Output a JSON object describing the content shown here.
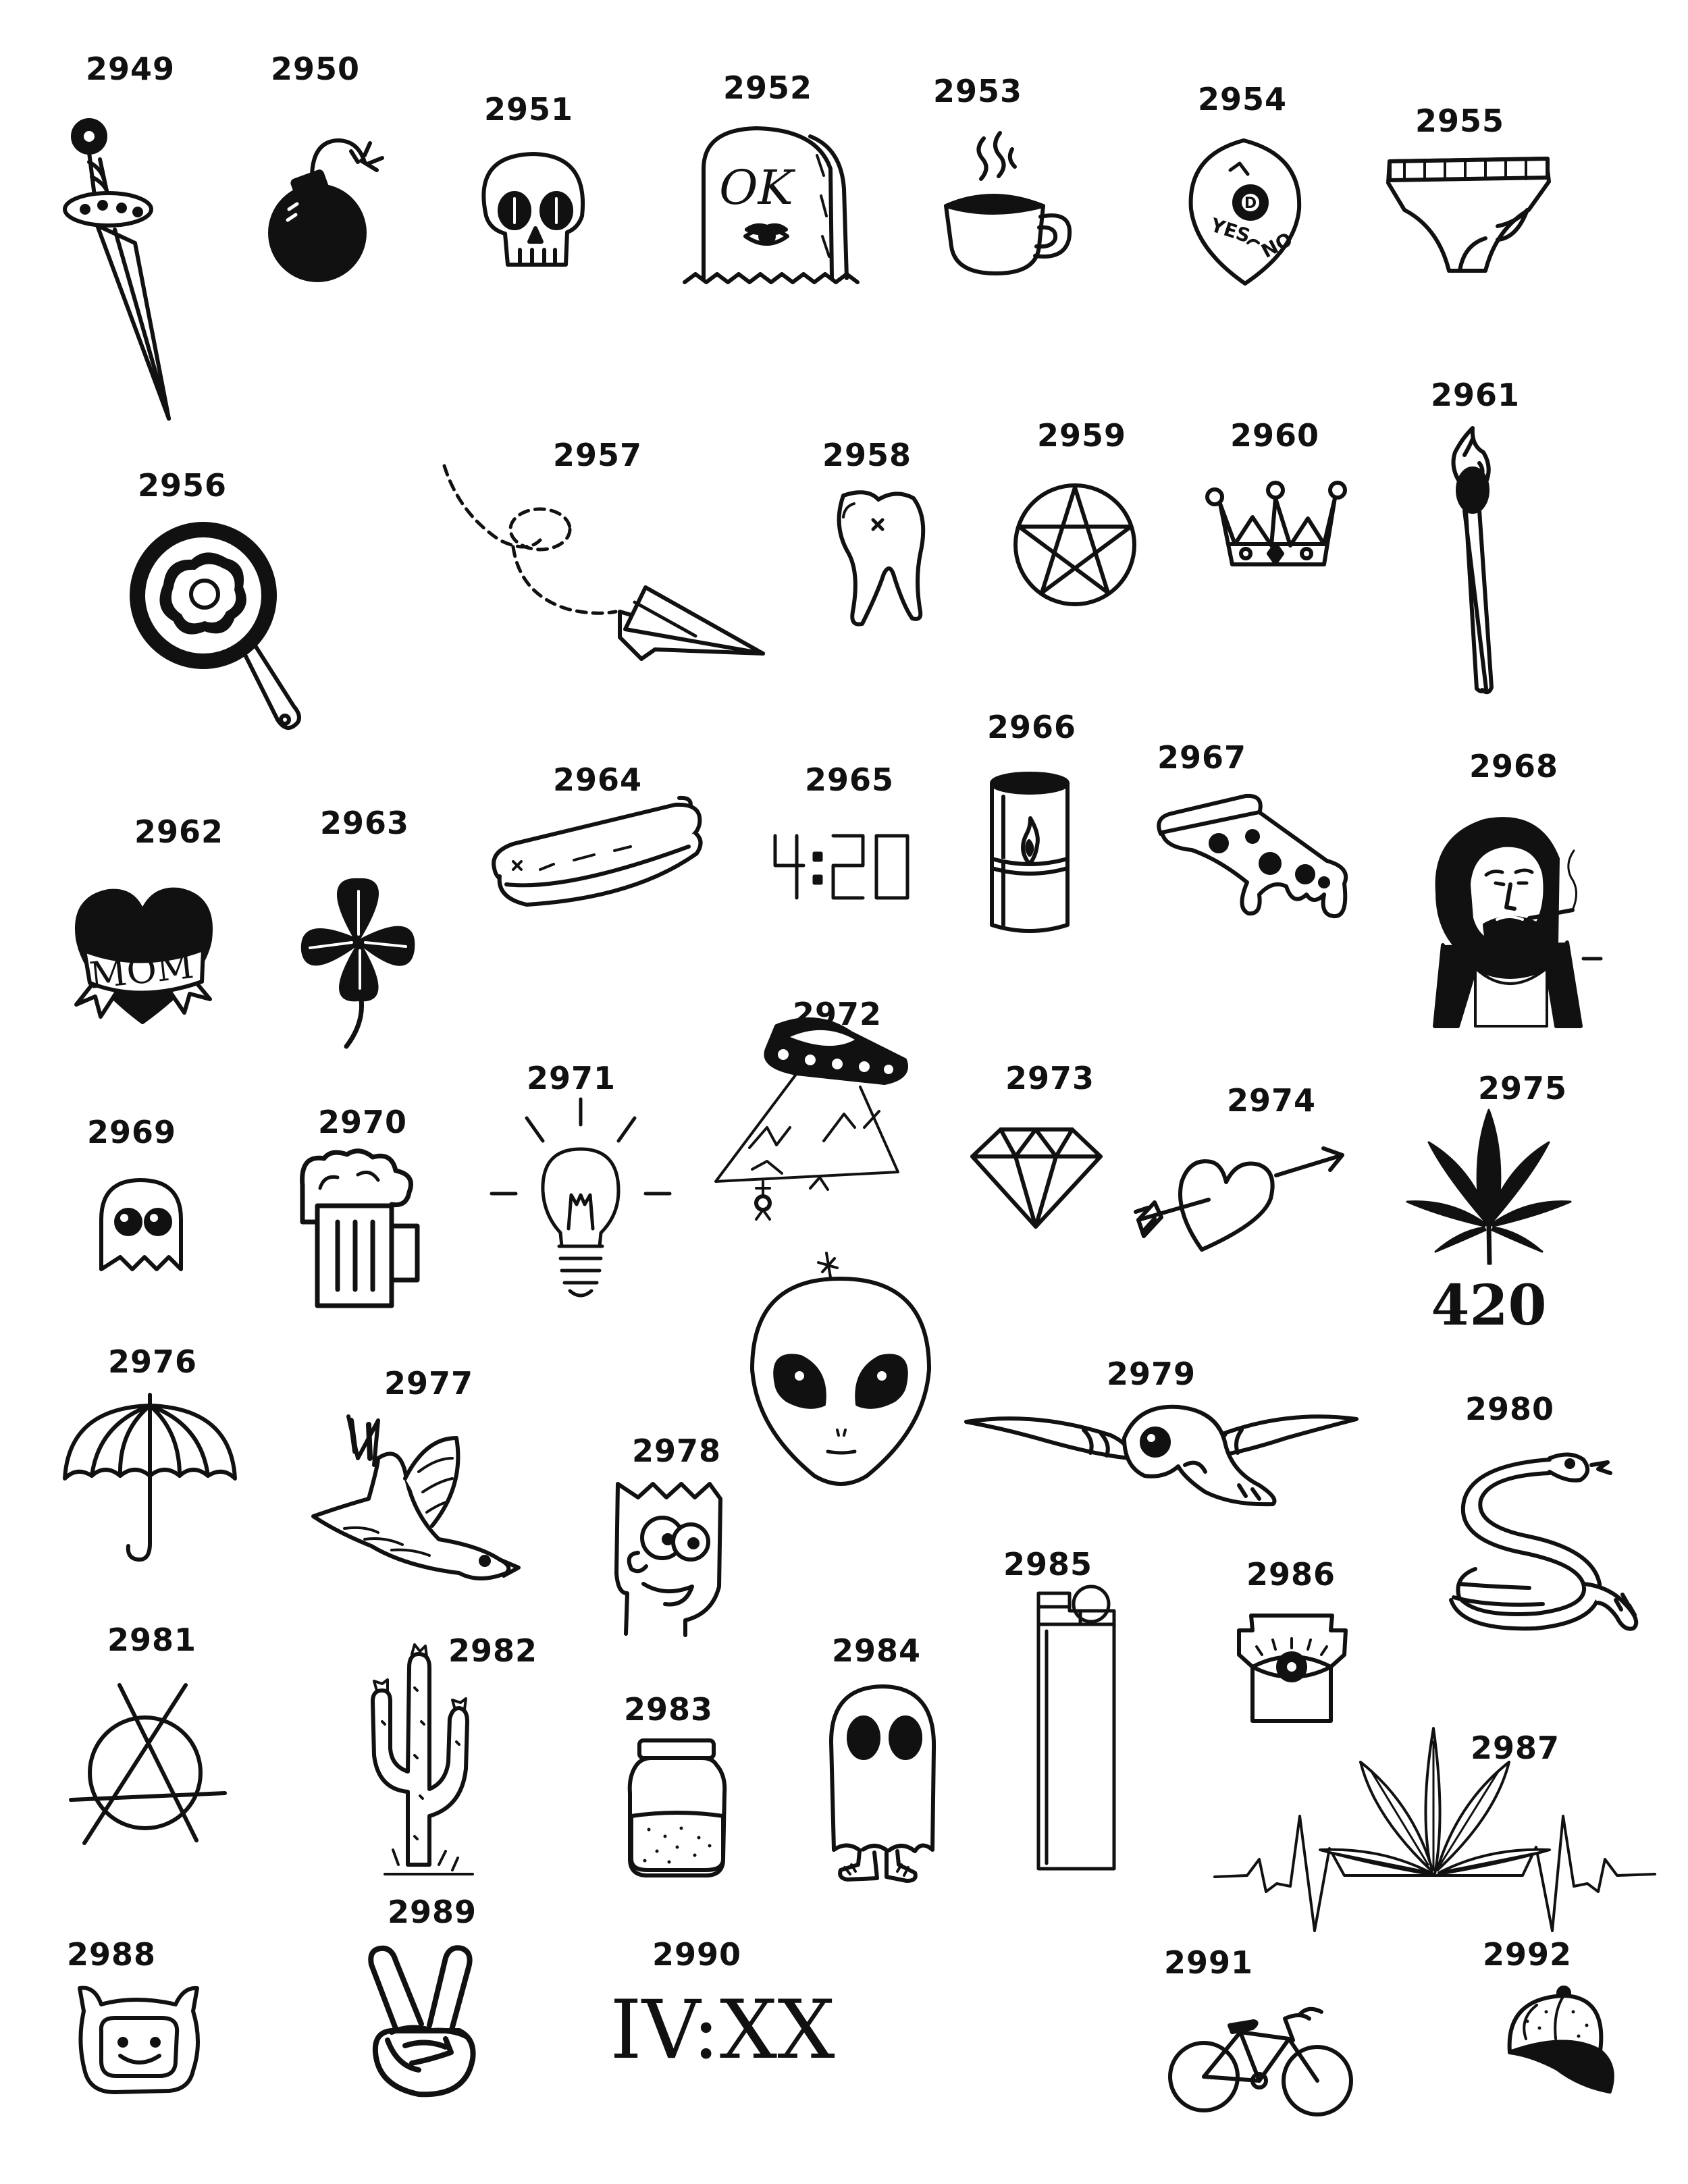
{
  "items": [
    {
      "num": "2949",
      "name": "dagger"
    },
    {
      "num": "2950",
      "name": "bomb"
    },
    {
      "num": "2951",
      "name": "skull"
    },
    {
      "num": "2952",
      "name": "tombstone",
      "text": "OK"
    },
    {
      "num": "2953",
      "name": "coffee-cup"
    },
    {
      "num": "2954",
      "name": "ouija-planchette",
      "text_yes": "YES",
      "text_no": "NO",
      "text_d": "D"
    },
    {
      "num": "2955",
      "name": "underwear"
    },
    {
      "num": "2956",
      "name": "frying-pan-egg"
    },
    {
      "num": "2957",
      "name": "paper-plane"
    },
    {
      "num": "2958",
      "name": "tooth"
    },
    {
      "num": "2959",
      "name": "pentagram"
    },
    {
      "num": "2960",
      "name": "crown"
    },
    {
      "num": "2961",
      "name": "match"
    },
    {
      "num": "2962",
      "name": "mom-heart",
      "text": "MOM"
    },
    {
      "num": "2963",
      "name": "four-leaf-clover"
    },
    {
      "num": "2964",
      "name": "hot-dog"
    },
    {
      "num": "2965",
      "name": "digital-clock",
      "text": "4:20"
    },
    {
      "num": "2966",
      "name": "candle-jar"
    },
    {
      "num": "2967",
      "name": "pizza-slice"
    },
    {
      "num": "2968",
      "name": "smoking-man-portrait"
    },
    {
      "num": "2969",
      "name": "pacman-ghost"
    },
    {
      "num": "2970",
      "name": "beer-mug"
    },
    {
      "num": "2971",
      "name": "light-bulb"
    },
    {
      "num": "2972",
      "name": "ufo-abduction"
    },
    {
      "num": "2973",
      "name": "diamond"
    },
    {
      "num": "2974",
      "name": "heart-arrow"
    },
    {
      "num": "2975",
      "name": "cannabis-leaf",
      "text": "420"
    },
    {
      "num": "2976",
      "name": "umbrella"
    },
    {
      "num": "2977",
      "name": "sparrow"
    },
    {
      "num": "2978",
      "name": "bart-head"
    },
    {
      "num": "2979",
      "name": "longhorn-skull"
    },
    {
      "num": "2980",
      "name": "coiled-snake"
    },
    {
      "num": "2981",
      "name": "anarchy-symbol"
    },
    {
      "num": "2982",
      "name": "cactus"
    },
    {
      "num": "2983",
      "name": "jar"
    },
    {
      "num": "2984",
      "name": "ghost-sneakers"
    },
    {
      "num": "2985",
      "name": "lighter"
    },
    {
      "num": "2986",
      "name": "keystone-eye"
    },
    {
      "num": "2987",
      "name": "heartbeat-leaf"
    },
    {
      "num": "2988",
      "name": "finn-hat"
    },
    {
      "num": "2989",
      "name": "peace-hand"
    },
    {
      "num": "2990",
      "name": "roman-time",
      "text": "IV:XX"
    },
    {
      "num": "2991",
      "name": "bicycle"
    },
    {
      "num": "2992",
      "name": "baseball-cap"
    }
  ],
  "alien": {
    "name": "alien-head"
  }
}
